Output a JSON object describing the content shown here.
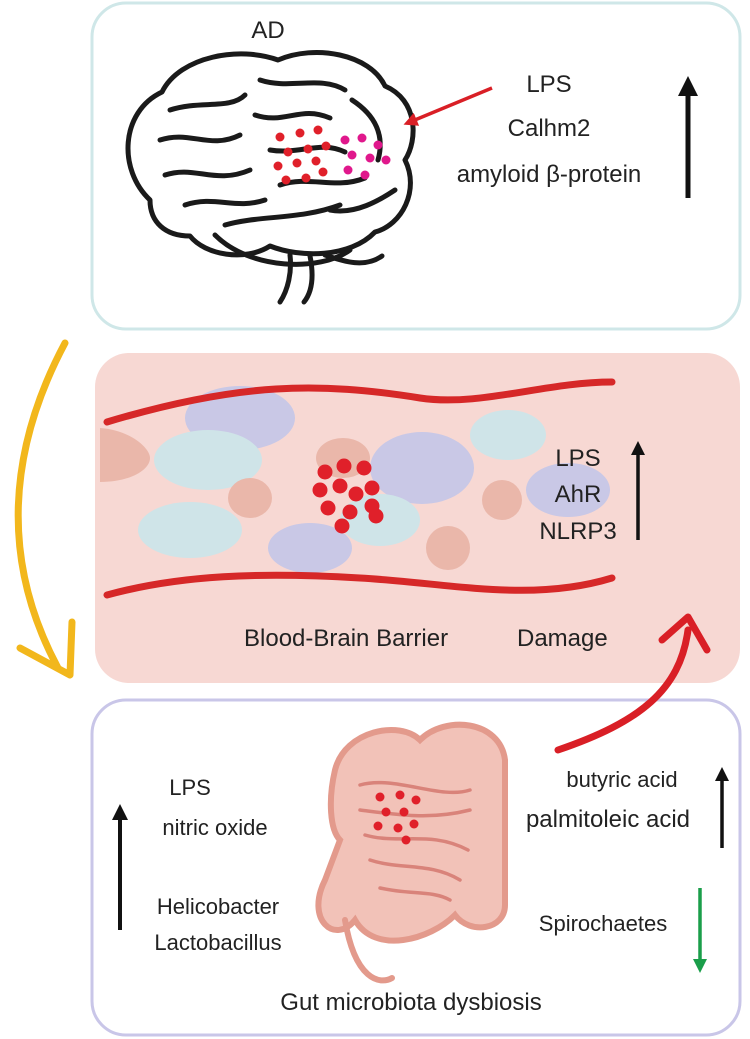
{
  "brain_panel": {
    "label": "AD",
    "markers": [
      "LPS",
      "Calhm2",
      "amyloid β-protein"
    ],
    "trend": "increase"
  },
  "bbb_panel": {
    "caption_part1": "Blood-Brain Barrier",
    "caption_part2": "Damage",
    "markers": [
      "LPS",
      "AhR",
      "NLRP3"
    ],
    "trend": "increase"
  },
  "gut_panel": {
    "caption": "Gut microbiota dysbiosis",
    "left_markers_increase": [
      "LPS",
      "nitric oxide",
      "Helicobacter",
      "Lactobacillus"
    ],
    "right_markers_increase": [
      "butyric acid",
      "palmitoleic acid"
    ],
    "right_markers_decrease": [
      "Spirochaetes"
    ]
  },
  "colors": {
    "brain_panel_border": "#cfe7e8",
    "bbb_panel_fill": "#f7d8d3",
    "gut_panel_border": "#c9c6e8",
    "vessel_red": "#d62828",
    "cycle_arrow_yellow": "#f2b71c",
    "cycle_arrow_red": "#d91f26",
    "increase_arrow": "#111111",
    "decrease_arrow": "#1a9e4a",
    "dot_red": "#e0202a",
    "dot_pink": "#e0188c"
  }
}
